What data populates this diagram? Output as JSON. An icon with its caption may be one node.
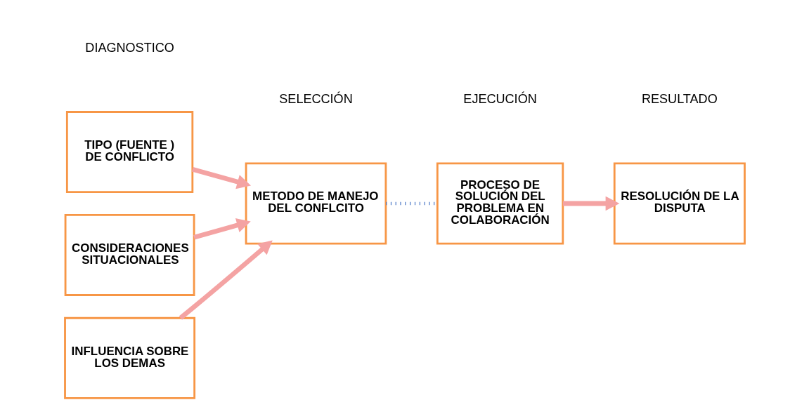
{
  "diagram": {
    "nodes": [
      {
        "text": [
          "TIPO (FUENTE ) DE CONFLICTO"
        ]
      },
      {
        "text": [
          "CONSIDERACIONES SITUACIONALES"
        ]
      },
      {
        "text": [
          "METODO DE MANEJO DEL CONFLCITO"
        ]
      },
      {
        "text": [
          "PROCESO DE SOLUCIÓN DEL PROBLEMA EN COLABORACIÓN"
        ]
      },
      {
        "text": [
          "RESOLUCIÓN DE LA DISPUTA"
        ]
      },
      {
        "text": [
          "INFLUENCIA SOBRE LOS DEMAS"
        ]
      }
    ],
    "edges": [
      {
        "from": 0,
        "to": 2,
        "arrow": "to"
      },
      {
        "from": 1,
        "to": 2,
        "arrow": "to"
      },
      {
        "from": 5,
        "to": 2,
        "arrow": "to"
      },
      {
        "from": 2,
        "to": 3,
        "arrow": "none",
        "style": "dashed",
        "color": "#4472c4"
      },
      {
        "from": 3,
        "to": 4,
        "arrow": "to"
      }
    ],
    "labels": [
      "DIAGNOSTICO",
      "SELECCIÓN",
      "EJECUCIÓN",
      "RESULTADO"
    ]
  }
}
